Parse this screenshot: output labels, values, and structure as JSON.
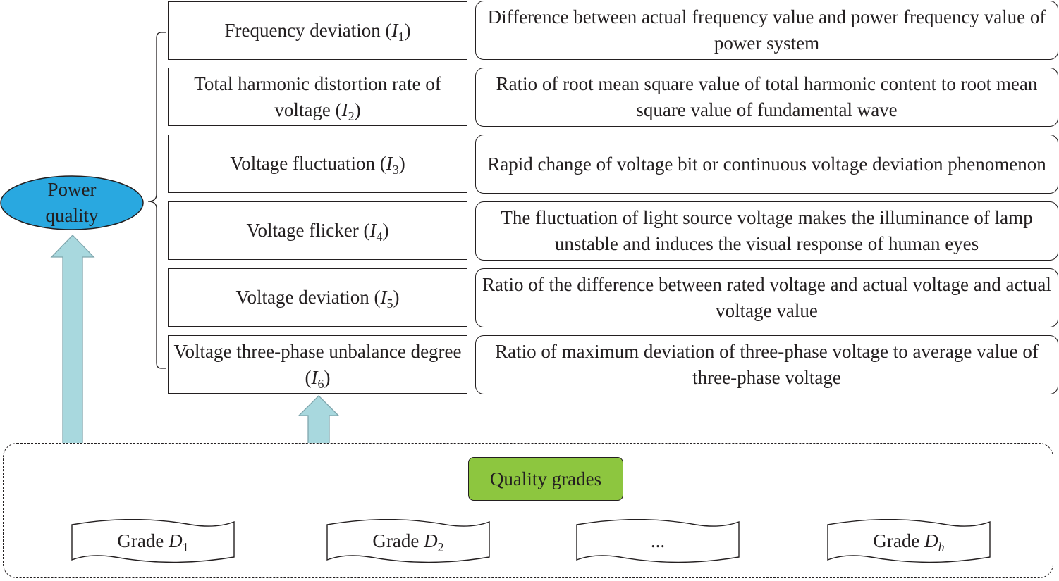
{
  "root": {
    "label": "Power quality",
    "color": "#29a8e0"
  },
  "indicators": [
    {
      "name": "Frequency deviation (",
      "var": "I",
      "sub": "1",
      "close": ")",
      "description": "Difference between actual frequency value and power frequency value of power system"
    },
    {
      "name": "Total harmonic distortion rate of voltage (",
      "var": "I",
      "sub": "2",
      "close": ")",
      "description": "Ratio of root mean square value of total harmonic content to root mean square value of fundamental wave"
    },
    {
      "name": "Voltage fluctuation (",
      "var": "I",
      "sub": "3",
      "close": ")",
      "description": "Rapid change of voltage bit or continuous voltage deviation phenomenon"
    },
    {
      "name": "Voltage flicker (",
      "var": "I",
      "sub": "4",
      "close": ")",
      "description": "The fluctuation of light source voltage makes the illuminance of lamp unstable and induces the visual response of human eyes"
    },
    {
      "name": "Voltage deviation (",
      "var": "I",
      "sub": "5",
      "close": ")",
      "description": "Ratio of the difference between rated voltage and actual voltage and actual voltage value"
    },
    {
      "name": "Voltage three-phase unbalance degree (",
      "var": "I",
      "sub": "6",
      "close": ")",
      "description": "Ratio of maximum deviation of three-phase voltage to average value of three-phase voltage"
    }
  ],
  "grades_section": {
    "title": "Quality grades",
    "title_color": "#8dc63f"
  },
  "grades": [
    {
      "prefix": "Grade ",
      "var": "D",
      "sub": "1"
    },
    {
      "prefix": "Grade ",
      "var": "D",
      "sub": "2"
    },
    {
      "prefix": "...",
      "var": "",
      "sub": ""
    },
    {
      "prefix": "Grade ",
      "var": "D",
      "sub": "h"
    }
  ],
  "arrow_color": "#a8d8de"
}
